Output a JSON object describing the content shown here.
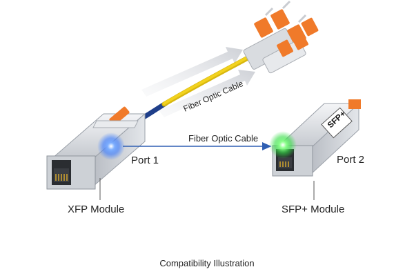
{
  "diagram": {
    "cable_label_top": "Fiber Optic Cable",
    "cable_label_link": "Fiber Optic Cable",
    "port1_label": "Port 1",
    "port2_label": "Port 2",
    "module_left_label": "XFP Module",
    "module_right_label": "SFP+ Module",
    "module_right_badge": "SFP+",
    "caption": "Compatibility Illustration"
  },
  "colors": {
    "cable_yellow": "#f2d21e",
    "cable_blue": "#1f3f8a",
    "connector_orange": "#f07a2a",
    "link_arrow": "#2f5fb3",
    "port1_glow": "#3a7bff",
    "port2_glow": "#33dd44",
    "module_silver": "#c9ccd1"
  },
  "icons": [
    "lc-duplex-connector-icon",
    "xfp-module-icon",
    "sfp-plus-module-icon",
    "rj45-port-icon"
  ]
}
